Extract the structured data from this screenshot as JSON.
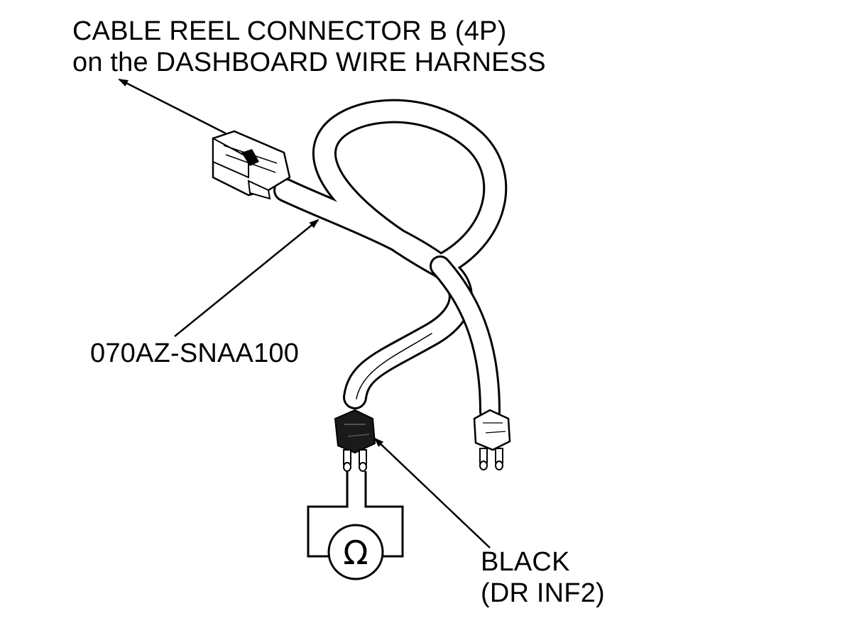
{
  "labels": {
    "connector": {
      "line1": "CABLE REEL CONNECTOR B (4P)",
      "line2": "on the DASHBOARD WIRE HARNESS"
    },
    "tool": "070AZ-SNAA100",
    "black": {
      "line1": "BLACK",
      "line2": "(DR INF2)"
    },
    "ohm_symbol": "Ω"
  },
  "colors": {
    "line": "#000000",
    "background": "#ffffff",
    "connector_fill": "#1a1a1a",
    "wire_fill": "#ffffff"
  }
}
